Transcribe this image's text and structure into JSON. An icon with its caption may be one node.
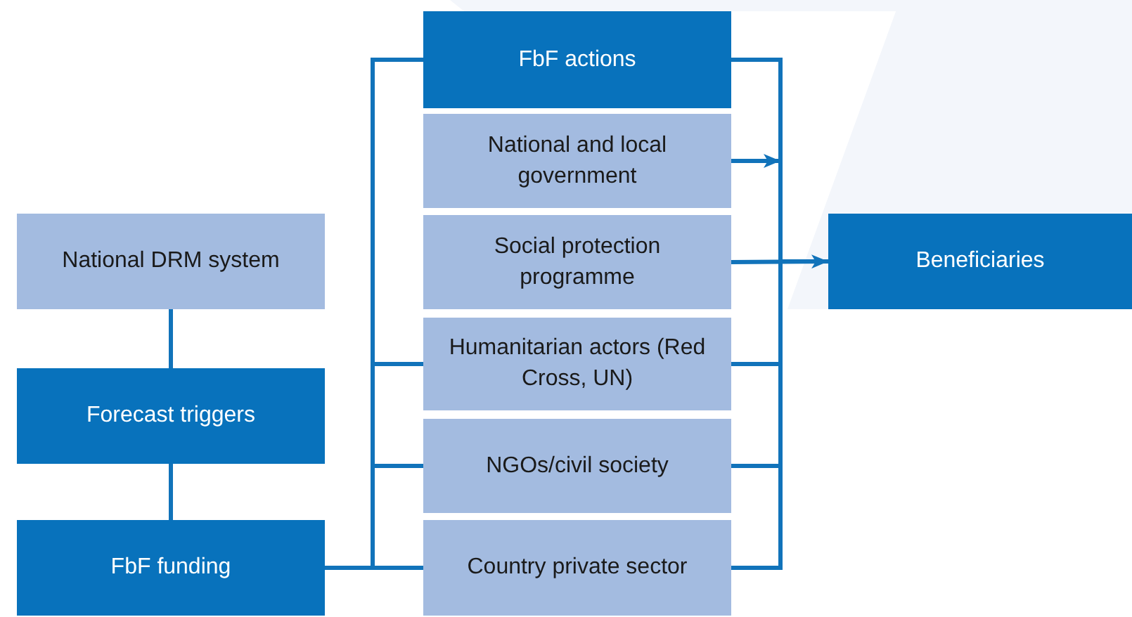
{
  "diagram": {
    "nodes": [
      {
        "text": [
          "National DRM system"
        ]
      },
      {
        "text": [
          "Forecast triggers"
        ]
      },
      {
        "text": [
          "FbF funding"
        ]
      },
      {
        "text": [
          "FbF actions"
        ]
      },
      {
        "text": [
          "National and local government"
        ]
      },
      {
        "text": [
          "Social protection programme"
        ]
      },
      {
        "text": [
          "Humanitarian actors (Red Cross, UN)"
        ]
      },
      {
        "text": [
          "NGOs/civil society"
        ]
      },
      {
        "text": [
          "Country private sector"
        ]
      },
      {
        "text": [
          "Beneficiaries"
        ]
      }
    ],
    "edges": [
      {
        "from": 0,
        "to": 1,
        "arrow": "none"
      },
      {
        "from": 1,
        "to": 2,
        "arrow": "none"
      },
      {
        "from": 2,
        "to": 3,
        "arrow": "none"
      },
      {
        "from": 2,
        "to": 6,
        "arrow": "none"
      },
      {
        "from": 2,
        "to": 7,
        "arrow": "none"
      },
      {
        "from": 2,
        "to": 8,
        "arrow": "none"
      },
      {
        "from": 3,
        "to": 9,
        "arrow": "none"
      },
      {
        "from": 4,
        "to": 9,
        "arrow": "to"
      },
      {
        "from": 5,
        "to": 9,
        "arrow": "to"
      },
      {
        "from": 6,
        "to": 9,
        "arrow": "none"
      },
      {
        "from": 7,
        "to": 9,
        "arrow": "none"
      },
      {
        "from": 8,
        "to": 9,
        "arrow": "none"
      }
    ]
  }
}
